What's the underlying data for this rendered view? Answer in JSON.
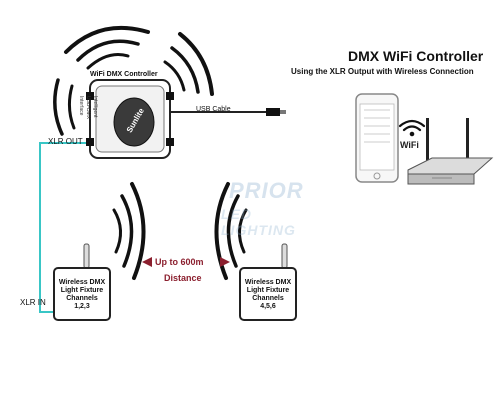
{
  "header": {
    "title": "DMX WiFi Controller",
    "subtitle": "Using the XLR Output with Wireless Connection"
  },
  "controller": {
    "label": "WiFi DMX Controller",
    "brand": "Sunlite",
    "body_text": [
      "Intelligent",
      "USB-DMX",
      "Interface"
    ],
    "usb_label": "USB Cable",
    "xlr_out_label": "XLR OUT"
  },
  "fixture_left": {
    "lines": [
      "Wireless DMX",
      "Light Fixture",
      "Channels",
      "1,2,3"
    ],
    "xlr_in_label": "XLR IN"
  },
  "fixture_right": {
    "lines": [
      "Wireless DMX",
      "Light Fixture",
      "Channels",
      "4,5,6"
    ]
  },
  "distance": {
    "range": "Up to 600m",
    "label": "Distance"
  },
  "wifi": {
    "label": "WiFi"
  },
  "watermark": {
    "line1": "PRIOR",
    "line2": "LED LIGHTING"
  },
  "colors": {
    "cable": "#39c6c6",
    "distance_text": "#8b1f2e",
    "arrow": "#8b1f2e",
    "outline": "#222222"
  }
}
